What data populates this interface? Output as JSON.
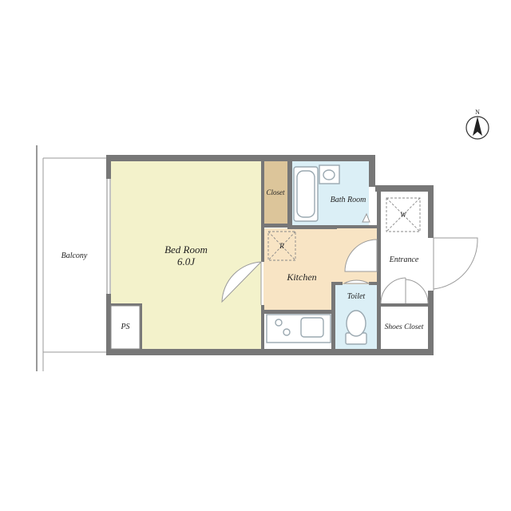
{
  "compass": {
    "label": "N"
  },
  "rooms": {
    "balcony": "Balcony",
    "bedroom": "Bed Room",
    "bedroom_size": "6.0J",
    "closet": "Closet",
    "bath": "Bath Room",
    "kitchen": "Kitchen",
    "toilet": "Toilet",
    "entrance": "Entrance",
    "shoes_closet": "Shoes Closet",
    "ps": "PS"
  },
  "markers": {
    "fridge": "R",
    "washer": "W"
  },
  "colors": {
    "bedroom": "#f3f2cb",
    "closet": "#dcc59a",
    "bath": "#dbeff6",
    "kitchen": "#f8e4c4",
    "toilet": "#dbeff6",
    "wall": "#777777"
  }
}
